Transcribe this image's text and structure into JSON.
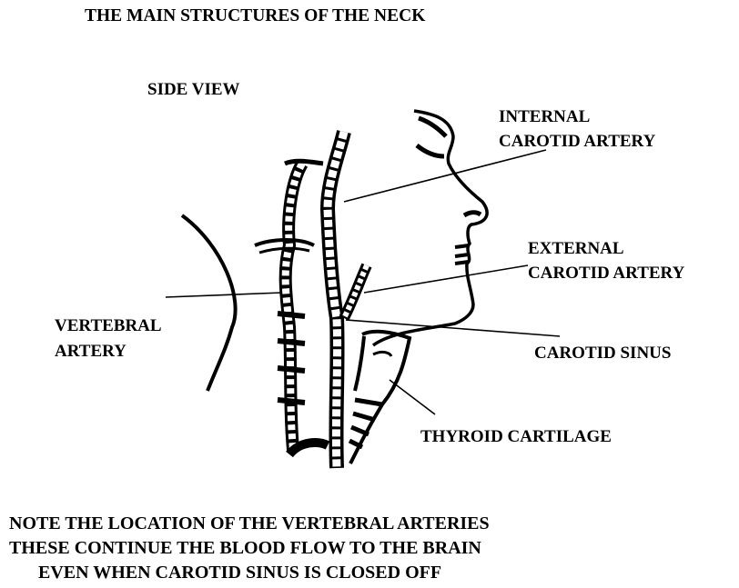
{
  "title": "THE MAIN STRUCTURES OF THE NECK",
  "subtitle": "SIDE VIEW",
  "labels": {
    "internal_carotid": [
      "INTERNAL",
      "CAROTID ARTERY"
    ],
    "external_carotid": [
      "EXTERNAL",
      "CAROTID ARTERY"
    ],
    "vertebral_artery": [
      "VERTEBRAL",
      "ARTERY"
    ],
    "carotid_sinus": "CAROTID SINUS",
    "thyroid_cartilage": "THYROID CARTILAGE"
  },
  "note": [
    "NOTE THE LOCATION OF THE VERTEBRAL ARTERIES",
    "THESE CONTINUE THE BLOOD FLOW TO THE BRAIN",
    "EVEN WHEN CAROTID SINUS IS CLOSED OFF"
  ]
}
